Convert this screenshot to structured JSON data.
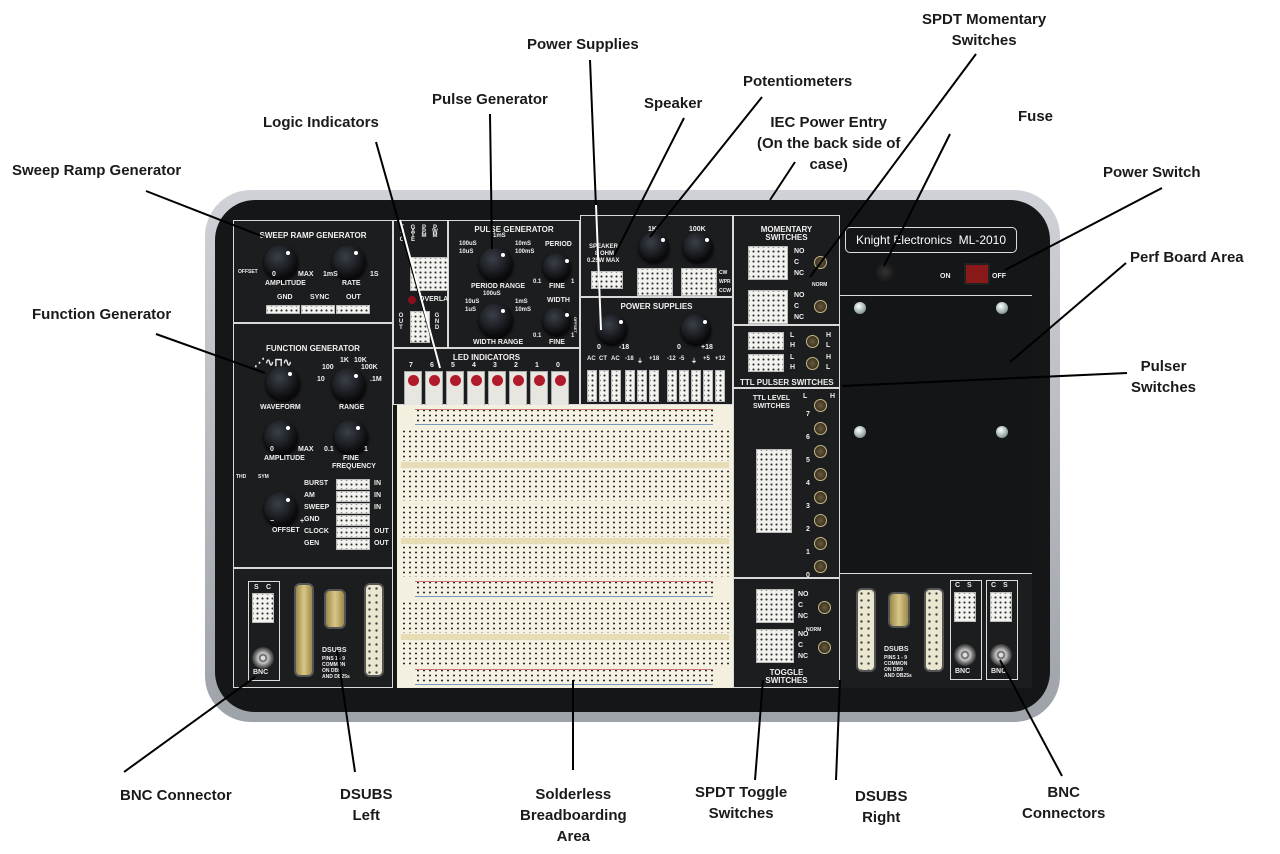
{
  "callouts": {
    "power_supplies": "Power Supplies",
    "spdt_momentary": [
      "SPDT Momentary",
      "Switches"
    ],
    "potentiometers": "Potentiometers",
    "pulse_generator": "Pulse Generator",
    "speaker": "Speaker",
    "iec_power_entry": [
      "IEC Power Entry",
      "(On the back side of",
      "case)"
    ],
    "fuse": "Fuse",
    "logic_indicators": "Logic Indicators",
    "sweep_ramp_generator": "Sweep Ramp Generator",
    "power_switch": "Power Switch",
    "perf_board_area": "Perf Board Area",
    "function_generator": "Function Generator",
    "pulser_switches": [
      "Pulser",
      "Switches"
    ],
    "bnc_connector": "BNC Connector",
    "dsubs_left": [
      "DSUBS",
      "Left"
    ],
    "solderless_breadboarding": [
      "Solderless",
      "Breadboarding",
      "Area"
    ],
    "spdt_toggle": [
      "SPDT Toggle",
      "Switches"
    ],
    "dsubs_right": [
      "DSUBS",
      "Right"
    ],
    "bnc_connectors": [
      "BNC",
      "Connectors"
    ]
  },
  "board": {
    "brand": "Knight Electronics  ML-2010",
    "sweep": {
      "title": "SWEEP RAMP GENERATOR",
      "offset": "OFFSET",
      "amp_min": "0",
      "amp_max": "MAX",
      "amp_label": "AMPLITUDE",
      "rate_min": "1mS",
      "rate_max": "1S",
      "rate_label": "RATE",
      "gnd": "GND",
      "sync": "SYNC",
      "out": "OUT"
    },
    "logic": {
      "cols": [
        "TRIG",
        "GATE",
        "PPM",
        "PWM"
      ],
      "overlap": "OVERLAP",
      "out": "OUT",
      "gnd": "GND"
    },
    "pulse": {
      "title": "PULSE GENERATOR",
      "period_ticks": [
        "100uS",
        "10uS",
        "1mS",
        "10mS",
        "100mS"
      ],
      "period_range": "PERIOD RANGE",
      "width_ticks": [
        "100uS",
        "10uS",
        "1uS",
        "1mS",
        "10mS"
      ],
      "width_range": "WIDTH RANGE",
      "period": "PERIOD",
      "width": "WIDTH",
      "fine": "FINE",
      "fine_min": "0.1",
      "fine_max": "1",
      "offset": "OFFSET"
    },
    "pots": {
      "speaker": [
        "SPEAKER",
        "8 OHM",
        "0.25W MAX"
      ],
      "k1": "1K",
      "k100": "100K",
      "cw": "CW",
      "wpr": "WPR",
      "ccw": "CCW"
    },
    "power": {
      "title": "POWER SUPPLIES",
      "neg_min": "0",
      "neg_max": "-18",
      "pos_min": "0",
      "pos_max": "+18",
      "ac_labels": [
        "AC",
        "CT",
        "AC"
      ],
      "var_labels": [
        "-18",
        "⏚",
        "+18"
      ],
      "fixed_labels": [
        "-12",
        "-5",
        "⏚",
        "+5",
        "+12"
      ]
    },
    "leds": {
      "title": "LED INDICATORS",
      "bits": [
        "7",
        "6",
        "5",
        "4",
        "3",
        "2",
        "1",
        "0"
      ]
    },
    "momentary": {
      "title": [
        "MOMENTARY",
        "SWITCHES"
      ],
      "contacts": [
        "NO",
        "C",
        "NC"
      ],
      "norm": "NORM"
    },
    "ttl_pulser": {
      "title": "TTL PULSER SWITCHES",
      "l": "L",
      "h": "H"
    },
    "ttl_level": {
      "title": [
        "TTL LEVEL",
        "SWITCHES"
      ],
      "l": "L",
      "h": "H",
      "bits": [
        "7",
        "6",
        "5",
        "4",
        "3",
        "2",
        "1",
        "0"
      ]
    },
    "toggle": {
      "title": [
        "TOGGLE",
        "SWITCHES"
      ],
      "contacts": [
        "NO",
        "C",
        "NC"
      ],
      "norm": "NORM"
    },
    "power_switch": {
      "on": "ON",
      "off": "OFF"
    },
    "function": {
      "title": "FUNCTION GENERATOR",
      "waveform": "WAVEFORM",
      "range_ticks": [
        "10",
        "100",
        "1K",
        "10K",
        "100K",
        ".1M"
      ],
      "range": "RANGE",
      "amp_min": "0",
      "amp_max": "MAX",
      "amplitude": "AMPLITUDE",
      "fine_min": "0.1",
      "fine_max": "1",
      "fine_freq": [
        "FINE",
        "FREQUENCY"
      ],
      "thd": "THD",
      "sym": "SYM",
      "offset": "OFFSET",
      "off_min": "−",
      "off_max": "+",
      "ports": [
        {
          "name": "BURST",
          "dir": "IN"
        },
        {
          "name": "AM",
          "dir": "IN"
        },
        {
          "name": "SWEEP",
          "dir": "IN"
        },
        {
          "name": "GND",
          "dir": ""
        },
        {
          "name": "CLOCK",
          "dir": "OUT"
        },
        {
          "name": "GEN",
          "dir": "OUT"
        }
      ]
    },
    "dsubs": {
      "title": "DSUBS",
      "note": [
        "PINS 1 - 9",
        "COMMON",
        "ON DB9",
        "AND DB25s"
      ]
    },
    "bnc": {
      "label": "BNC",
      "s": "S",
      "c": "C"
    }
  },
  "colors": {
    "panel": "#1c1d1f",
    "led_red": "#b01a2a",
    "breadboard": "#f4f0df",
    "power_rocker": "#8a1a1a"
  }
}
